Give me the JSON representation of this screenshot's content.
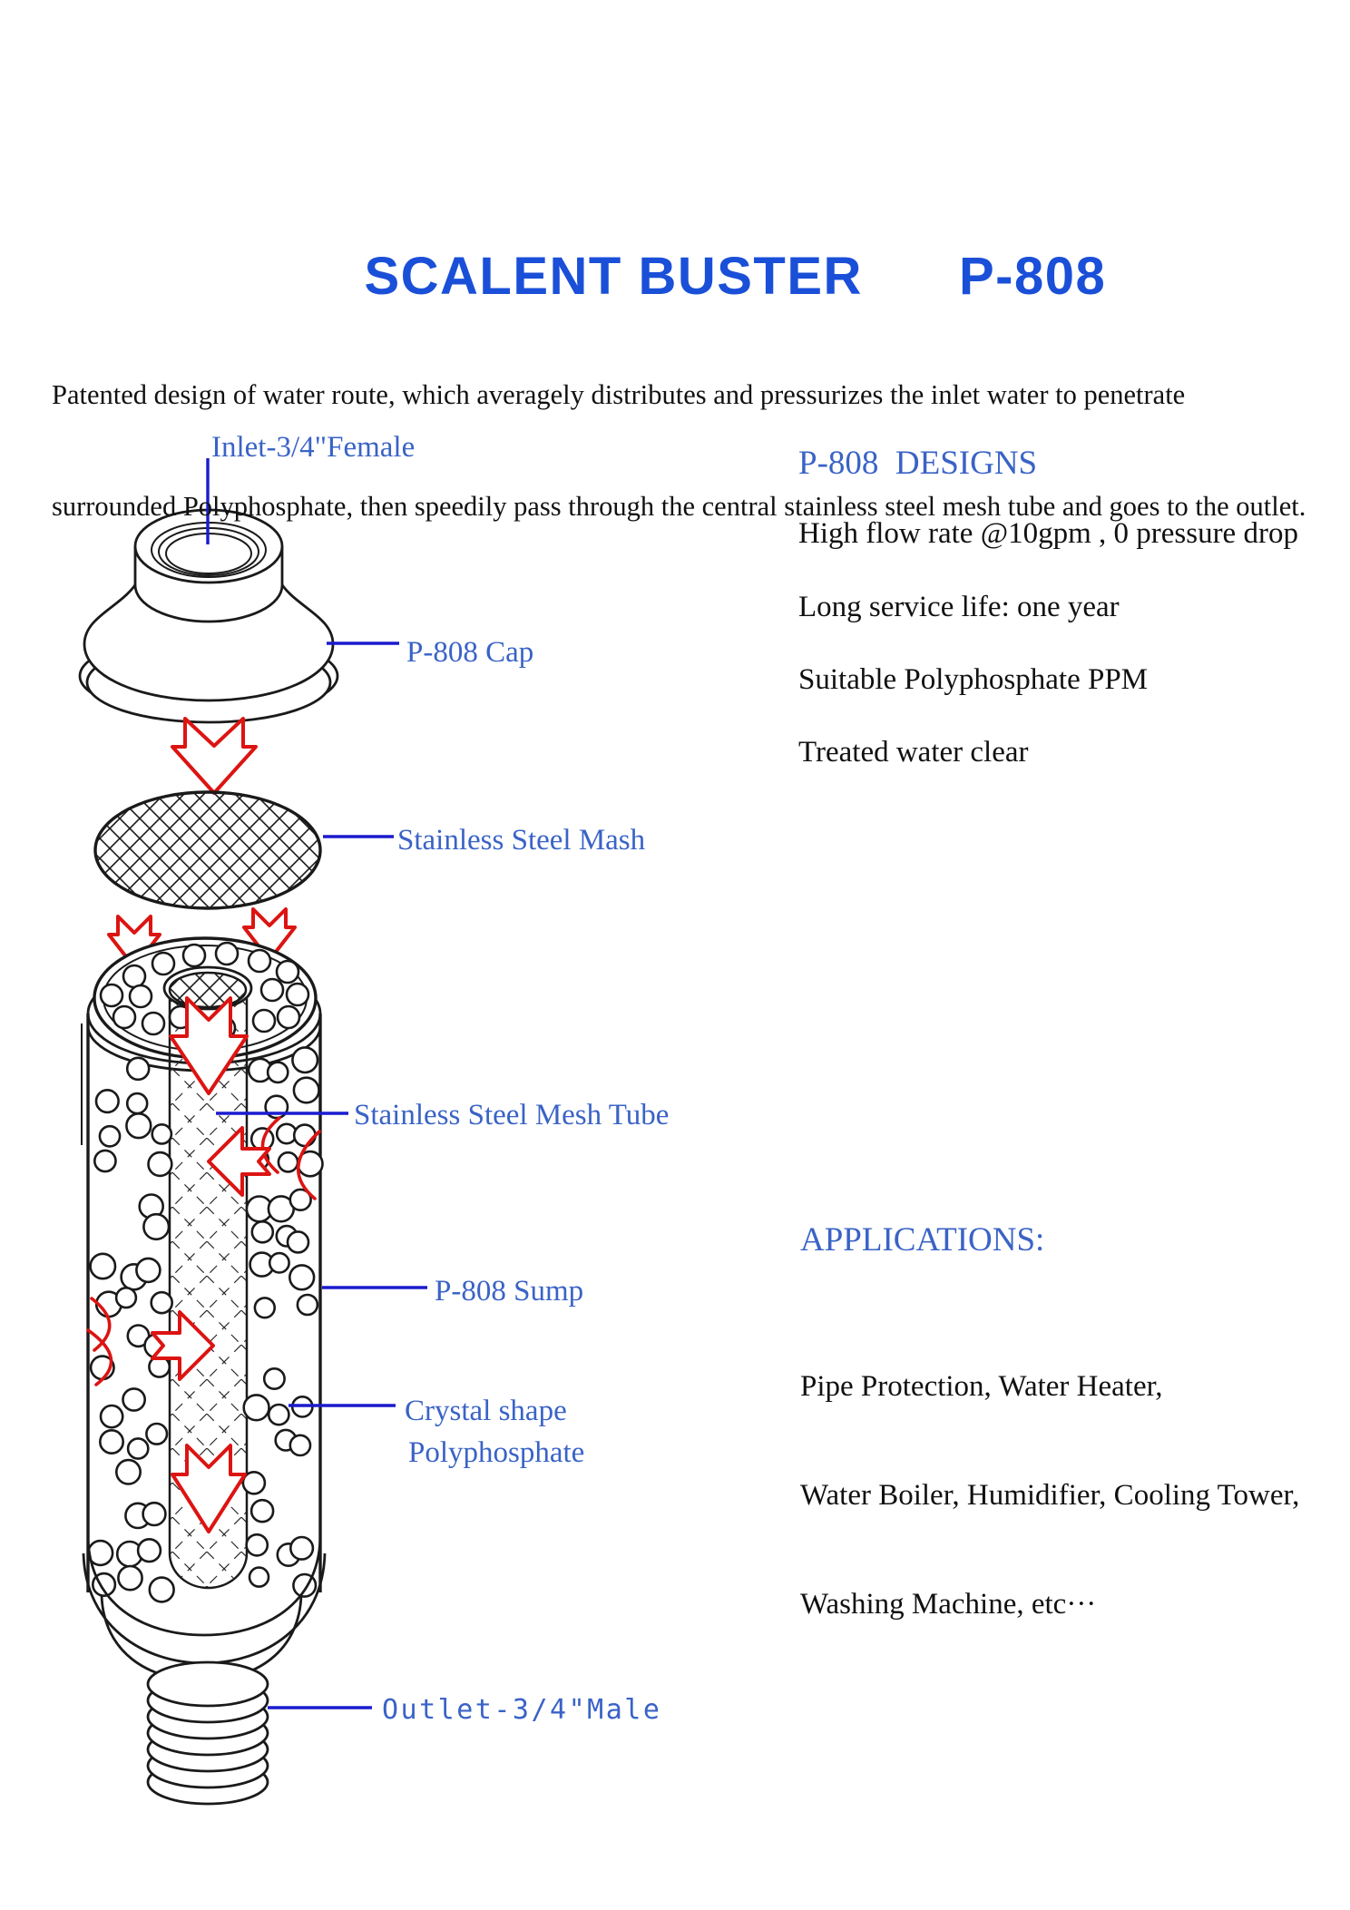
{
  "title": {
    "name": "SCALENT BUSTER",
    "model": "P-808"
  },
  "intro": {
    "line1": "Patented design of water route, which averagely distributes and pressurizes the inlet water to penetrate",
    "line2": "surrounded Polyphosphate, then speedily pass through the central stainless steel mesh tube and goes to the outlet."
  },
  "designs": {
    "heading": "P-808  DESIGNS",
    "items": [
      "High flow rate @10gpm , 0 pressure drop",
      "Long service life: one year",
      "Suitable Polyphosphate PPM",
      "Treated water clear"
    ]
  },
  "applications": {
    "heading": "APPLICATIONS:",
    "lines": [
      "Pipe Protection, Water Heater,",
      "Water Boiler, Humidifier, Cooling Tower,",
      "Washing Machine, etc···"
    ]
  },
  "diagram": {
    "labels": {
      "inlet": "Inlet-3/4\"Female",
      "cap": "P-808 Cap",
      "mash": "Stainless Steel Mash",
      "mesh_tube": "Stainless Steel Mesh Tube",
      "sump": "P-808 Sump",
      "crystal_line1": "Crystal shape",
      "crystal_line2": "Polyphosphate",
      "outlet": "Outlet-3/4\"Male"
    }
  },
  "colors": {
    "title_blue": "#1a4fd8",
    "label_blue": "#3a63c6",
    "leader_blue": "#1b1bce",
    "arrow_red": "#dc1412",
    "ink": "#1a1a1a"
  }
}
